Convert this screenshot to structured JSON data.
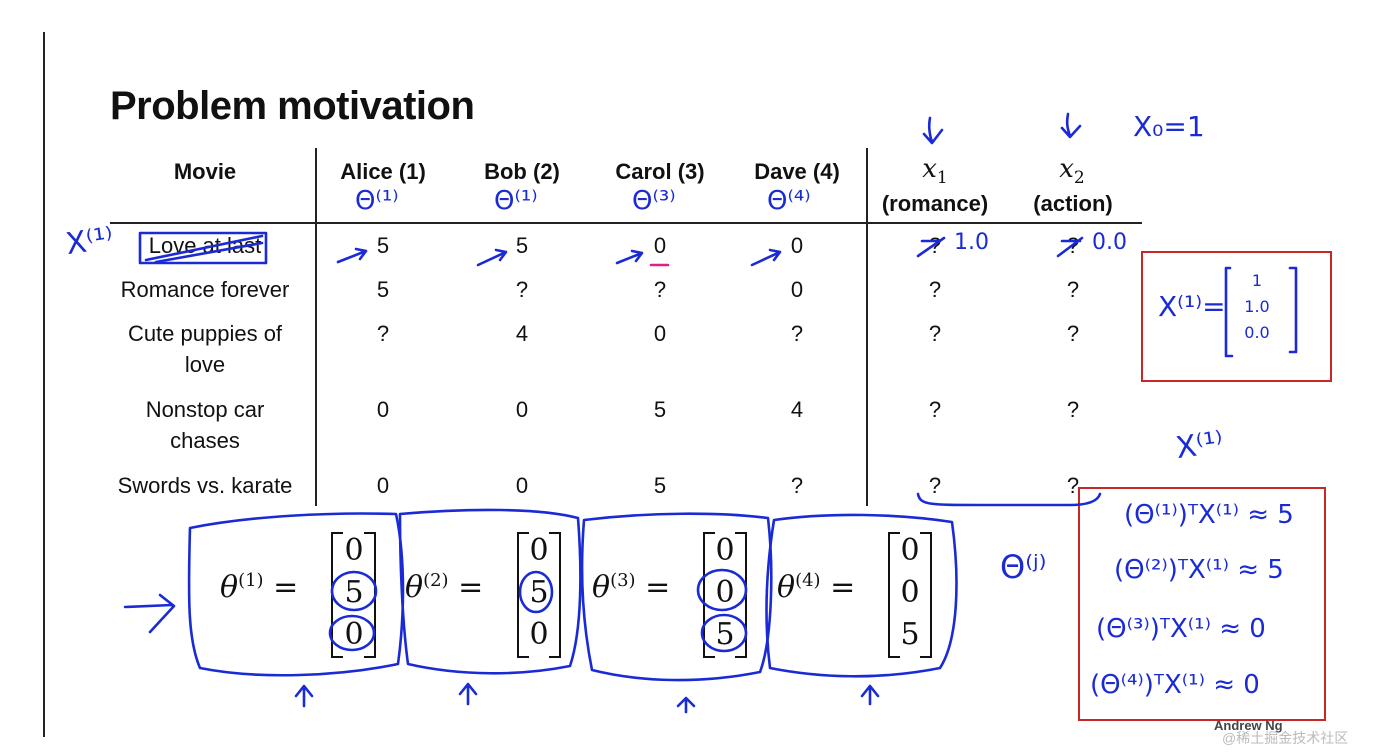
{
  "title": "Problem motivation",
  "table": {
    "headers": [
      {
        "label": "Movie",
        "sub": ""
      },
      {
        "label": "Alice (1)",
        "sub": "Θ⁽¹⁾"
      },
      {
        "label": "Bob (2)",
        "sub": "Θ⁽¹⁾"
      },
      {
        "label": "Carol (3)",
        "sub": "Θ⁽³⁾"
      },
      {
        "label": "Dave (4)",
        "sub": "Θ⁽⁴⁾"
      }
    ],
    "feature_headers": [
      {
        "symbol": "x",
        "index": "1",
        "label": "(romance)"
      },
      {
        "symbol": "x",
        "index": "2",
        "label": "(action)"
      }
    ],
    "rows": [
      {
        "movie": "Love at last",
        "ratings": [
          "5",
          "5",
          "0",
          "0"
        ],
        "features": [
          "?",
          "?"
        ]
      },
      {
        "movie": "Romance forever",
        "ratings": [
          "5",
          "?",
          "?",
          "0"
        ],
        "features": [
          "?",
          "?"
        ]
      },
      {
        "movie": "Cute puppies of love",
        "ratings": [
          "?",
          "4",
          "0",
          "?"
        ],
        "features": [
          "?",
          "?"
        ]
      },
      {
        "movie": "Nonstop car chases",
        "ratings": [
          "0",
          "0",
          "5",
          "4"
        ],
        "features": [
          "?",
          "?"
        ]
      },
      {
        "movie": "Swords vs. karate",
        "ratings": [
          "0",
          "0",
          "5",
          "?"
        ],
        "features": [
          "?",
          "?"
        ]
      }
    ]
  },
  "thetas": [
    {
      "label": "θ",
      "sup": "(1)",
      "vector": [
        "0",
        "5",
        "0"
      ]
    },
    {
      "label": "θ",
      "sup": "(2)",
      "vector": [
        "0",
        "5",
        "0"
      ]
    },
    {
      "label": "θ",
      "sup": "(3)",
      "vector": [
        "0",
        "0",
        "5"
      ]
    },
    {
      "label": "θ",
      "sup": "(4)",
      "vector": [
        "0",
        "0",
        "5"
      ]
    }
  ],
  "annotations": {
    "x0": "X₀=1",
    "x_row": "X⁽¹⁾",
    "row1_features": [
      "1.0",
      "0.0"
    ],
    "x1_vector_label": "X⁽¹⁾=",
    "x1_vector": [
      "1",
      "1.0",
      "0.0"
    ],
    "x1_right": "X⁽¹⁾",
    "theta_j": "Θ⁽ʲ⁾",
    "equations": [
      "(Θ⁽¹⁾)ᵀX⁽¹⁾ ≈ 5",
      "(Θ⁽²⁾)ᵀX⁽¹⁾ ≈ 5",
      "(Θ⁽³⁾)ᵀX⁽¹⁾ ≈ 0",
      "(Θ⁽⁴⁾)ᵀX⁽¹⁾ ≈ 0"
    ]
  },
  "credit": "Andrew Ng",
  "watermark": "@稀土掘金技术社区"
}
